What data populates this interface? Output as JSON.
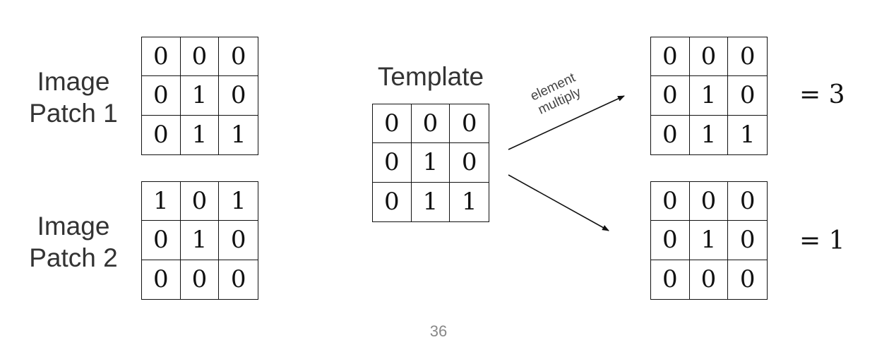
{
  "patch1": {
    "label_line1": "Image",
    "label_line2": "Patch 1",
    "cells": [
      [
        "0",
        "0",
        "0"
      ],
      [
        "0",
        "1",
        "0"
      ],
      [
        "0",
        "1",
        "1"
      ]
    ]
  },
  "patch2": {
    "label_line1": "Image",
    "label_line2": "Patch 2",
    "cells": [
      [
        "1",
        "0",
        "1"
      ],
      [
        "0",
        "1",
        "0"
      ],
      [
        "0",
        "0",
        "0"
      ]
    ]
  },
  "template": {
    "label": "Template",
    "cells": [
      [
        "0",
        "0",
        "0"
      ],
      [
        "0",
        "1",
        "0"
      ],
      [
        "0",
        "1",
        "1"
      ]
    ]
  },
  "arrow_label": {
    "line1": "element",
    "line2": "multiply"
  },
  "result1": {
    "cells": [
      [
        "0",
        "0",
        "0"
      ],
      [
        "0",
        "1",
        "0"
      ],
      [
        "0",
        "1",
        "1"
      ]
    ],
    "sum": "= 3"
  },
  "result2": {
    "cells": [
      [
        "0",
        "0",
        "0"
      ],
      [
        "0",
        "1",
        "0"
      ],
      [
        "0",
        "0",
        "0"
      ]
    ],
    "sum": "= 1"
  },
  "page_number": "36"
}
